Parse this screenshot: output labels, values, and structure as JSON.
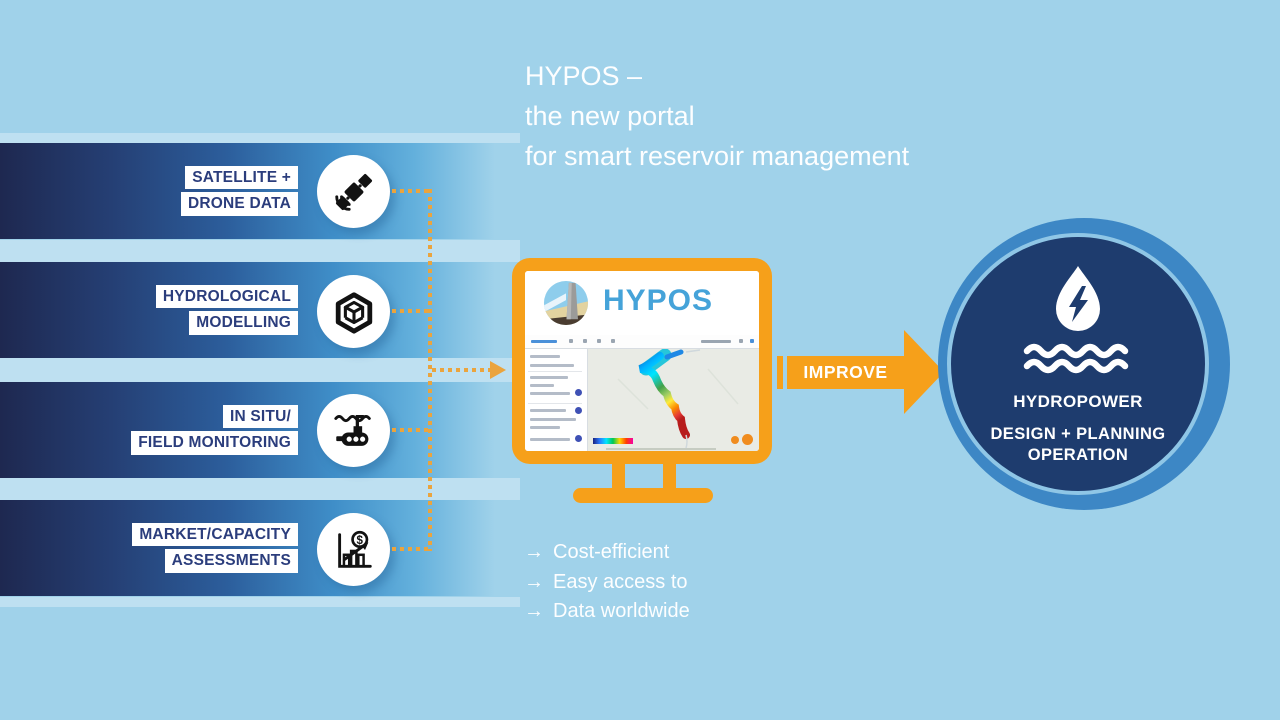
{
  "title": {
    "lines": [
      "HYPOS –",
      "the new portal",
      "for smart reservoir management"
    ]
  },
  "sources": [
    {
      "icon": "satellite-icon",
      "lines": [
        "SATELLITE +",
        "DRONE DATA"
      ]
    },
    {
      "icon": "cube-model-icon",
      "lines": [
        "HYDROLOGICAL",
        "MODELLING"
      ]
    },
    {
      "icon": "submarine-icon",
      "lines": [
        "IN SITU/",
        "FIELD MONITORING"
      ]
    },
    {
      "icon": "market-chart-icon",
      "lines": [
        "MARKET/CAPACITY",
        "ASSESSMENTS"
      ]
    }
  ],
  "monitor": {
    "logo_text": "HYPOS"
  },
  "improve": {
    "label": "IMPROVE"
  },
  "outcome": {
    "icon": "hydropower-drop-icon",
    "lines": [
      "HYDROPOWER",
      "DESIGN + PLANNING",
      "OPERATION"
    ]
  },
  "benefits": {
    "bullet": "→",
    "items": [
      "Cost-efficient",
      "Easy access to",
      "Data worldwide"
    ]
  },
  "colors": {
    "background": "#a0d2ea",
    "bar_dark": "#1e2850",
    "bar_mid": "#2c5e9c",
    "accent_orange": "#f6a01a",
    "dotted_orange": "#eba43d",
    "label_navy": "#2b3d7c",
    "circle_outer": "#3d87c5",
    "circle_inner": "#1e3c6e",
    "logo_blue": "#45a3d9",
    "text_white": "#ffffff"
  }
}
